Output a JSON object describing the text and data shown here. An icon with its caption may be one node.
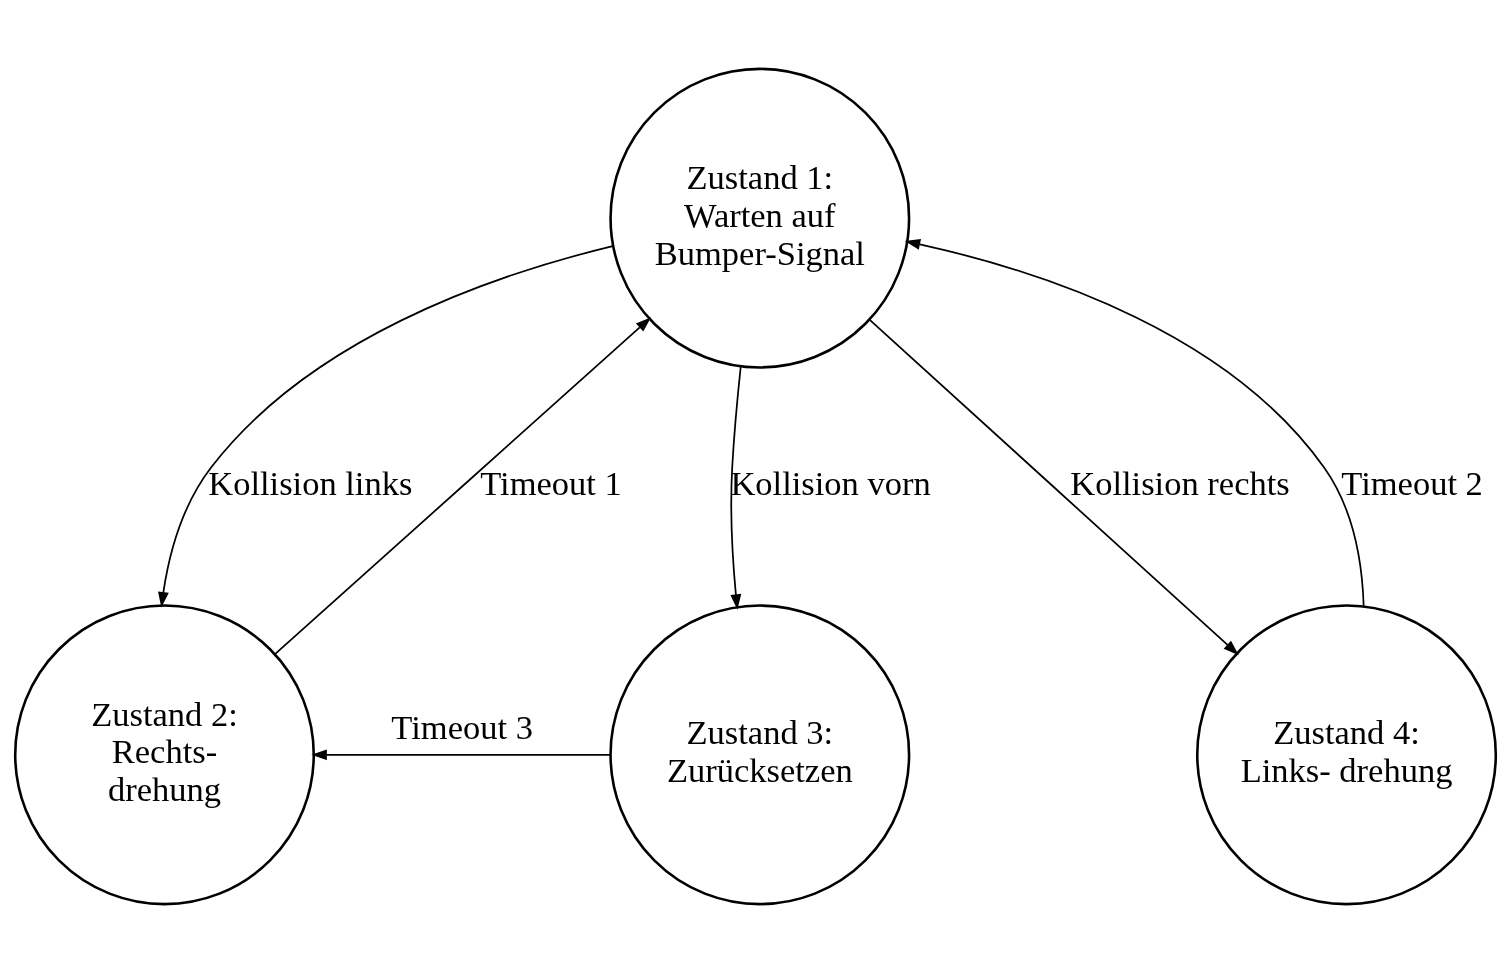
{
  "diagram": {
    "nodes": [
      {
        "text": [
          "Zustand 1: Warten auf Bumper-Signal"
        ]
      },
      {
        "text": [
          "Zustand 2: Rechts- drehung"
        ]
      },
      {
        "text": [
          "Zustand 3: Zurücksetzen"
        ]
      },
      {
        "text": [
          "Zustand 4: Links- drehung"
        ]
      }
    ],
    "edges": [
      {
        "from": 1,
        "to": 0,
        "arrow": "to",
        "label": "Timeout 1"
      },
      {
        "from": 0,
        "to": 1,
        "arrow": "to",
        "label": "Kollision links"
      },
      {
        "from": 0,
        "to": 2,
        "arrow": "to",
        "label": "Kollision vorn"
      },
      {
        "from": 0,
        "to": 3,
        "arrow": "to",
        "label": "Kollision rechts"
      },
      {
        "from": 3,
        "to": 0,
        "arrow": "to",
        "label": "Timeout 2"
      },
      {
        "from": 2,
        "to": 1,
        "arrow": "to",
        "label": "Timeout 3"
      }
    ]
  }
}
